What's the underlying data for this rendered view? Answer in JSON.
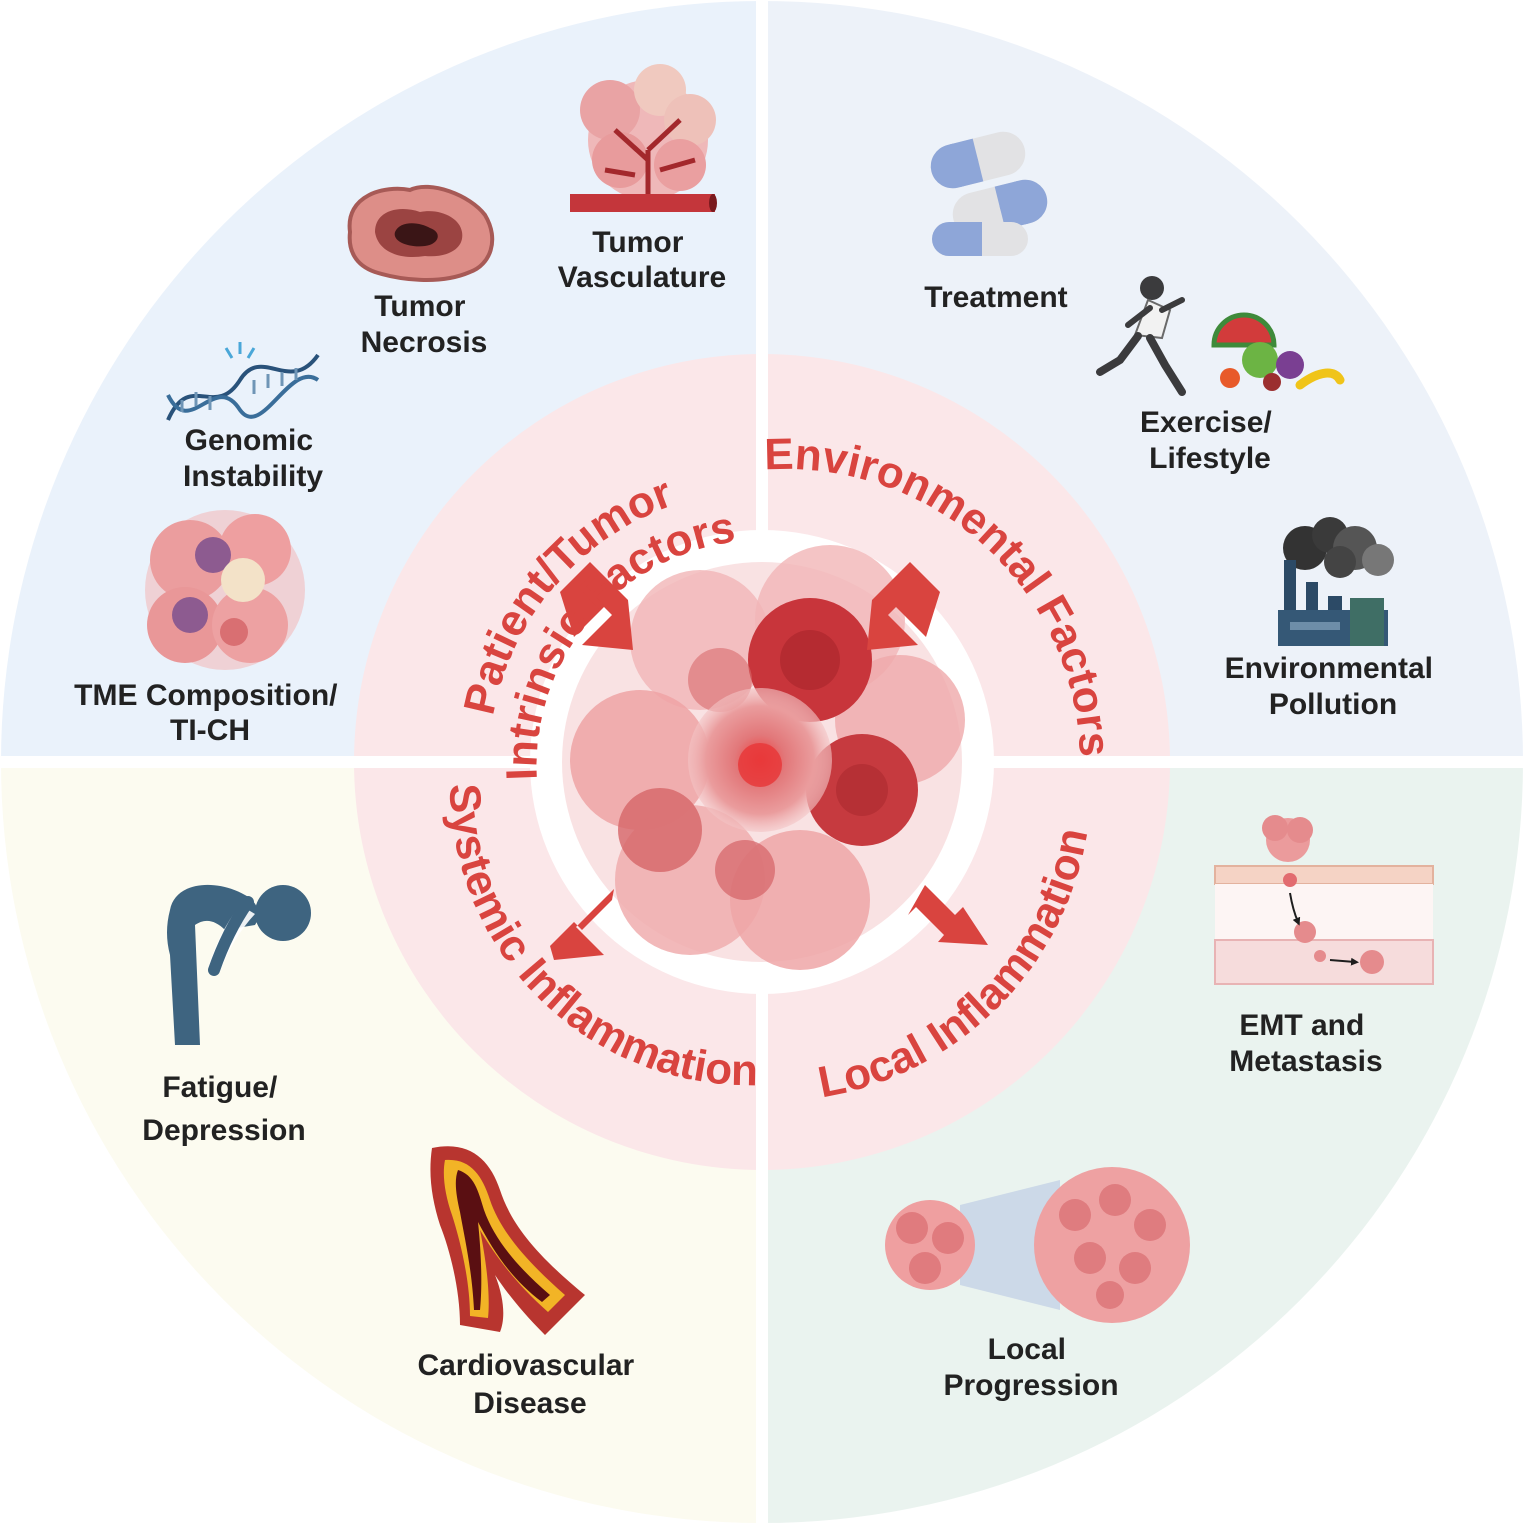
{
  "colors": {
    "quadrant_top_left": "#eaf2fb",
    "quadrant_top_right": "#edf2f9",
    "quadrant_bottom_left": "#fcfbf0",
    "quadrant_bottom_right": "#eaf3ef",
    "inner_ring": "#fbe7e9",
    "accent_red": "#d9443f",
    "label_text": "#222222",
    "icon_teal": "#3e6480"
  },
  "center": {
    "icon": "tumor-cell-cluster-icon"
  },
  "inner_ring_labels": {
    "top_left": [
      "Patient/Tumor",
      "Intrinsic Factors"
    ],
    "top_right": "Environmental Factors",
    "bottom_left": "Systemic Inflammation",
    "bottom_right": "Local Inflammation"
  },
  "outer_items": {
    "tumor_vasculature": {
      "icon": "tumor-vasculature-icon",
      "lines": [
        "Tumor",
        "Vasculature"
      ]
    },
    "tumor_necrosis": {
      "icon": "tumor-necrosis-icon",
      "lines": [
        "Tumor",
        "Necrosis"
      ]
    },
    "genomic_instability": {
      "icon": "dna-helix-icon",
      "lines": [
        "Genomic",
        "Instability"
      ]
    },
    "tme_composition": {
      "icon": "tme-cells-icon",
      "lines": [
        "TME Composition/",
        "TI-CH"
      ]
    },
    "treatment": {
      "icon": "pills-icon",
      "lines": [
        "Treatment"
      ]
    },
    "exercise_lifestyle": {
      "icon": "runner-food-icon",
      "lines": [
        "Exercise/",
        "Lifestyle"
      ]
    },
    "environmental_pollution": {
      "icon": "factory-smoke-icon",
      "lines": [
        "Environmental",
        "Pollution"
      ]
    },
    "emt_metastasis": {
      "icon": "metastasis-vessel-icon",
      "lines": [
        "EMT and",
        "Metastasis"
      ]
    },
    "local_progression": {
      "icon": "tumor-growth-icon",
      "lines": [
        "Local",
        "Progression"
      ]
    },
    "cardiovascular_disease": {
      "icon": "artery-plaque-icon",
      "lines": [
        "Cardiovascular",
        "Disease"
      ]
    },
    "fatigue_depression": {
      "icon": "fatigued-person-icon",
      "lines": [
        "Fatigue/",
        "Depression"
      ]
    }
  }
}
